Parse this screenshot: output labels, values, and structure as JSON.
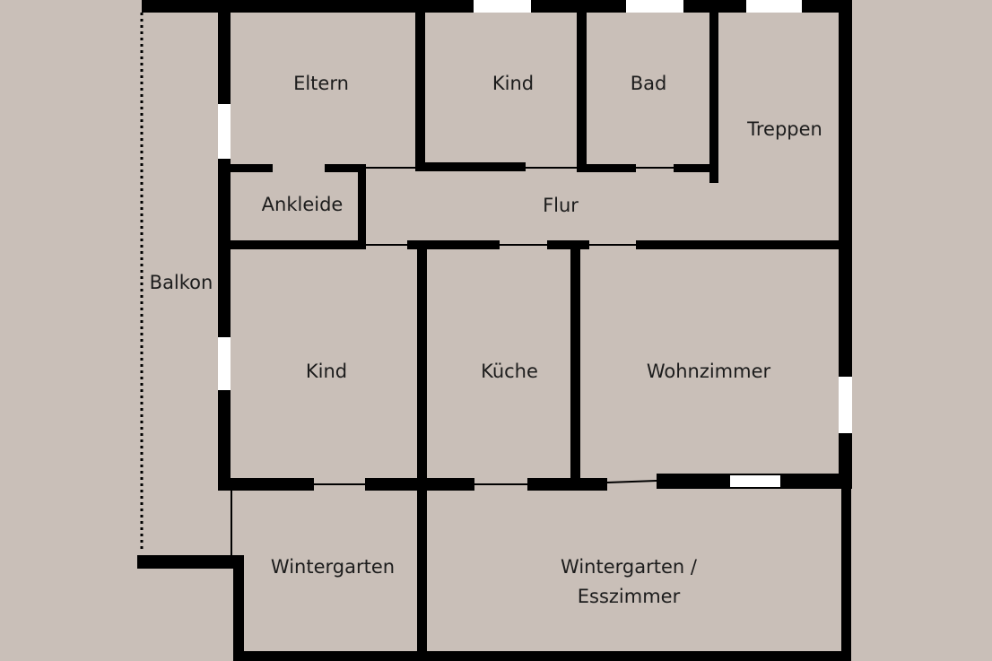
{
  "colors": {
    "background": "#c9bfb8",
    "wall": "#000000",
    "window": "#ffffff",
    "text": "#1c1c1c"
  },
  "rooms": {
    "eltern": "Eltern",
    "kind_top": "Kind",
    "bad": "Bad",
    "treppen": "Treppen",
    "ankleide": "Ankleide",
    "flur": "Flur",
    "balkon": "Balkon",
    "kind_mid": "Kind",
    "kueche": "Küche",
    "wohnzimmer": "Wohnzimmer",
    "wintergarten": "Wintergarten",
    "wintergarten_esszimmer_line1": "Wintergarten /",
    "wintergarten_esszimmer_line2": "Esszimmer"
  }
}
